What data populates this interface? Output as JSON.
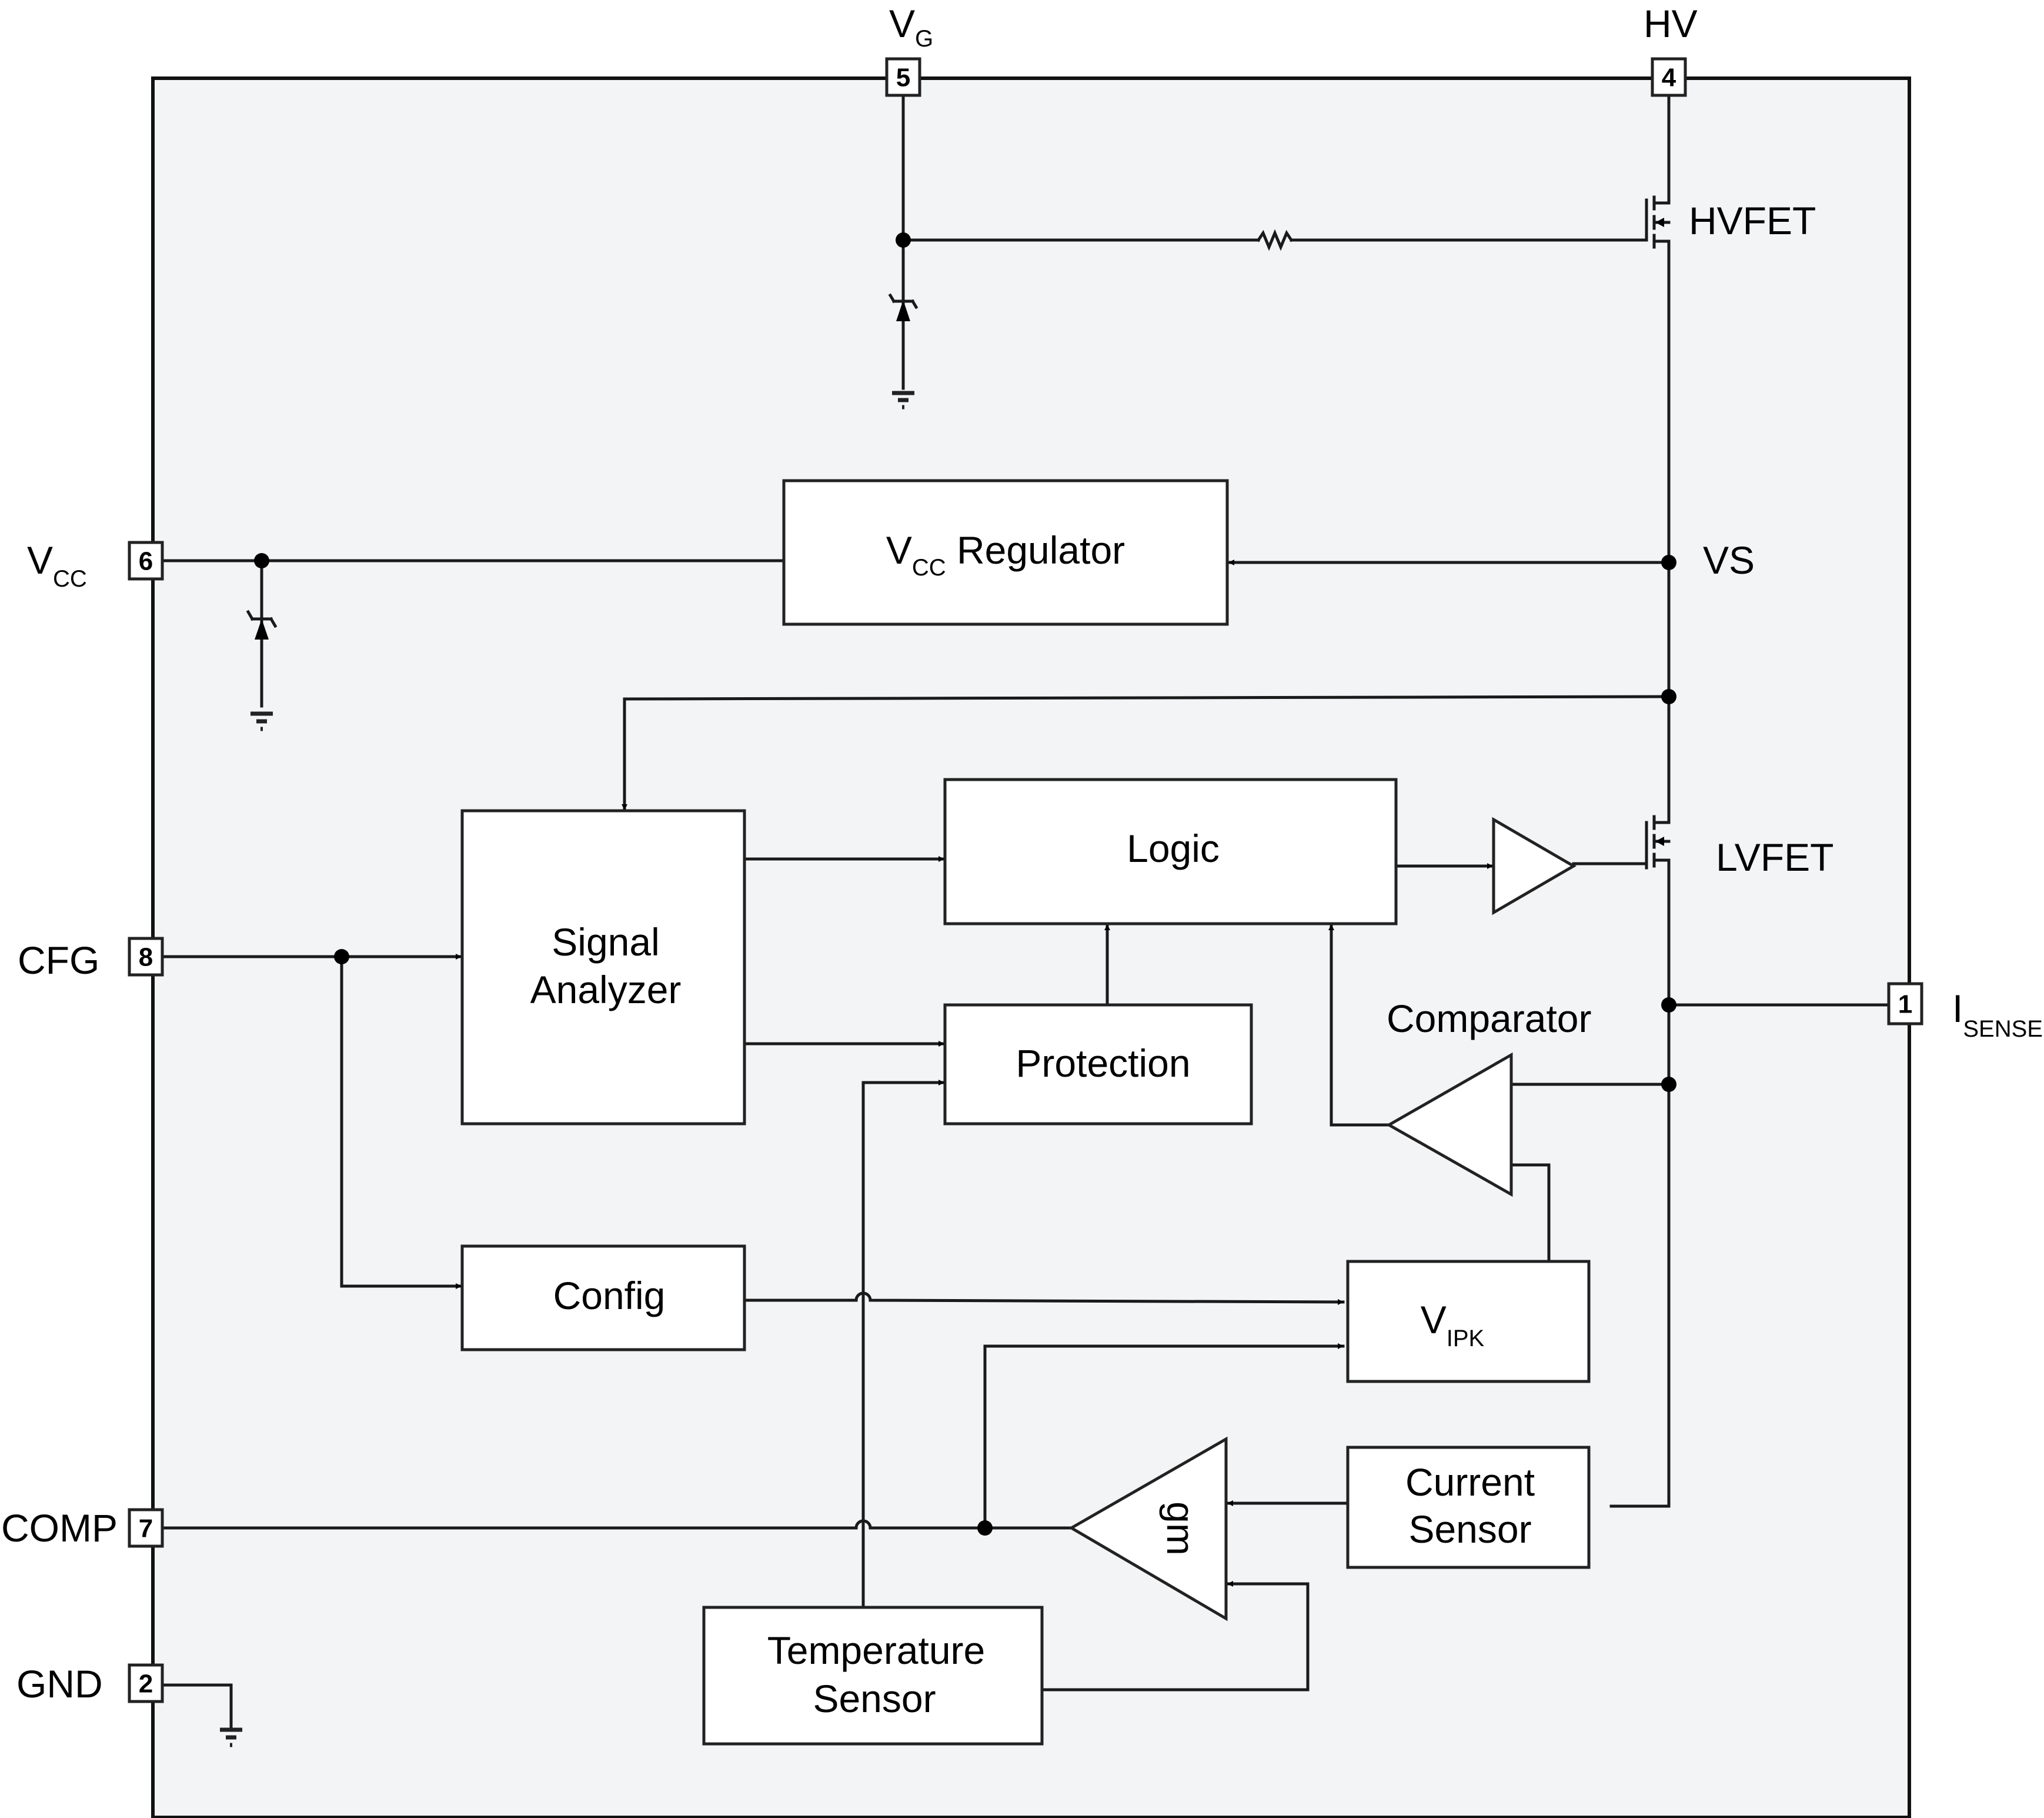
{
  "diagram": {
    "pins": [
      {
        "number": "5",
        "name_main": "V",
        "name_sub": "G"
      },
      {
        "number": "4",
        "name_main": "HV",
        "name_sub": ""
      },
      {
        "number": "6",
        "name_main": "V",
        "name_sub": "CC"
      },
      {
        "number": "8",
        "name_main": "CFG",
        "name_sub": ""
      },
      {
        "number": "7",
        "name_main": "COMP",
        "name_sub": ""
      },
      {
        "number": "2",
        "name_main": "GND",
        "name_sub": ""
      },
      {
        "number": "1",
        "name_main": "I",
        "name_sub": "SENSE"
      }
    ],
    "blocks": {
      "vcc_regulator": {
        "main": "V",
        "sub": "CC",
        "rest": " Regulator"
      },
      "signal_analyzer": {
        "line1": "Signal",
        "line2": "Analyzer"
      },
      "logic": "Logic",
      "protection": "Protection",
      "config": "Config",
      "vipk": {
        "main": "V",
        "sub": "IPK"
      },
      "current_sensor": {
        "line1": "Current",
        "line2": "Sensor"
      },
      "temperature_sensor": {
        "line1": "Temperature",
        "line2": "Sensor"
      },
      "gm_amp": "gm"
    },
    "labels": {
      "hvfet": "HVFET",
      "lvfet": "LVFET",
      "vs": "VS",
      "comparator": "Comparator"
    }
  }
}
